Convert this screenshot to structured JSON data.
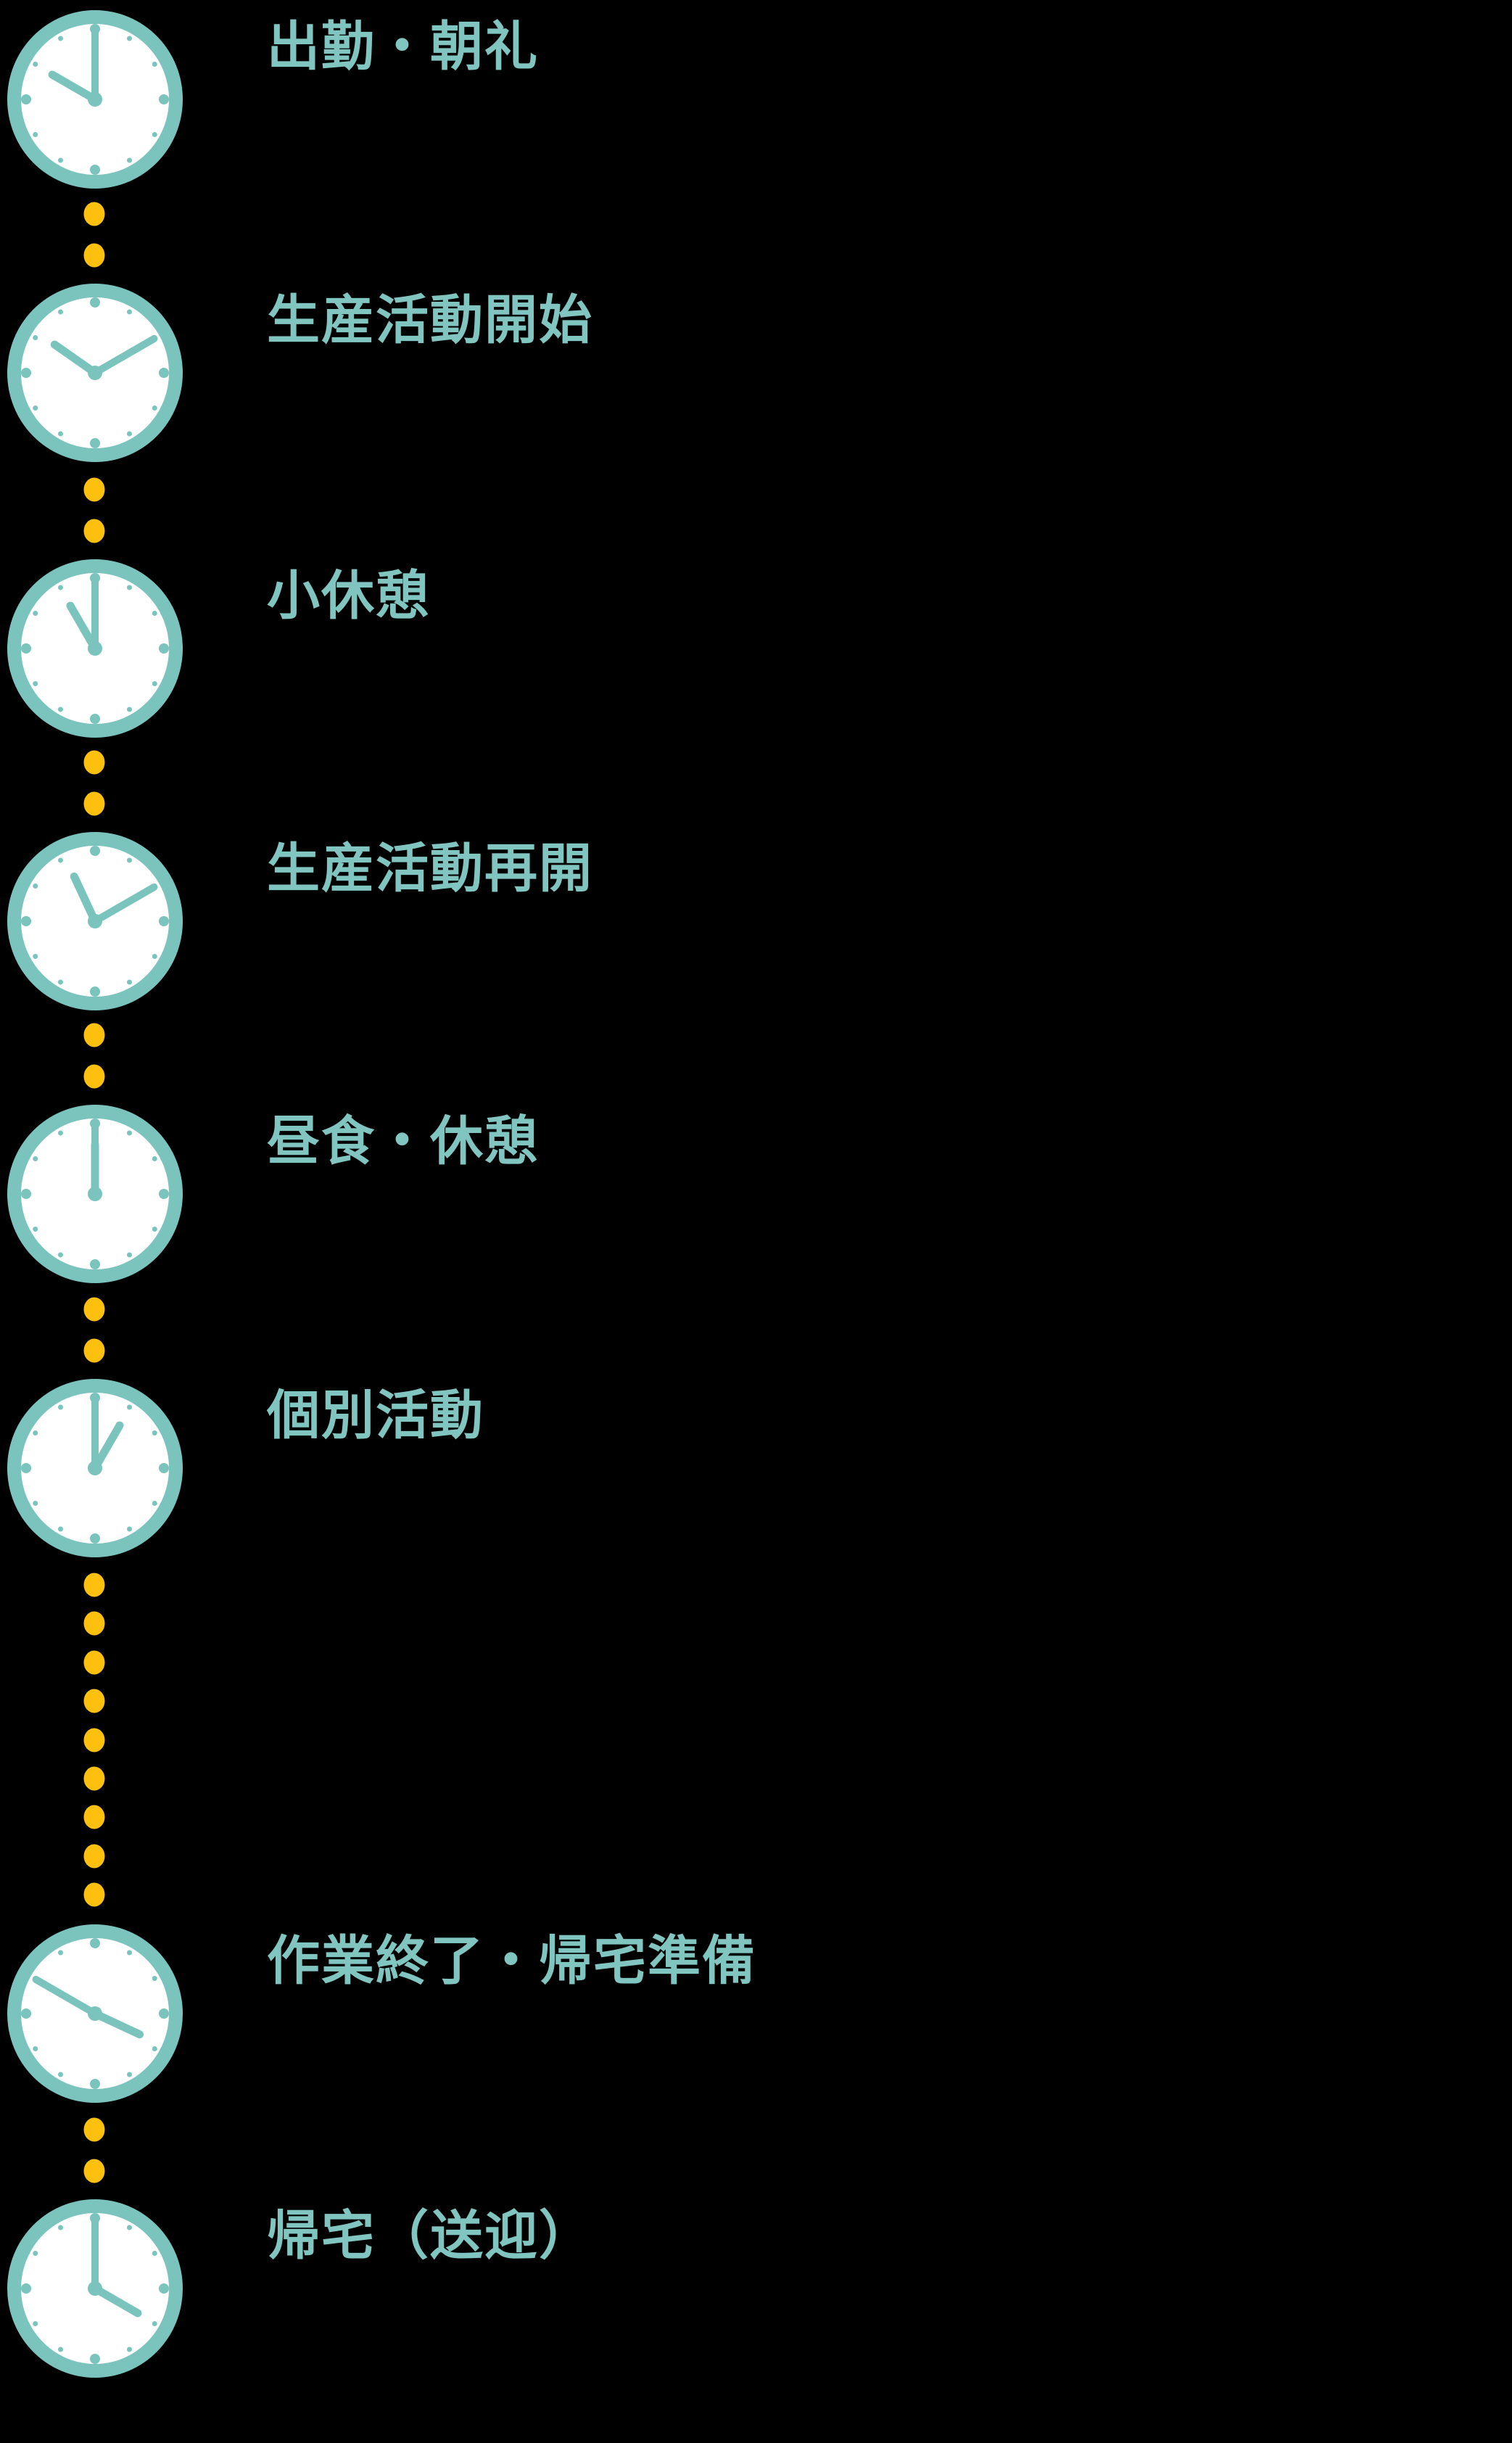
{
  "page": {
    "background": "#000000",
    "description_title": "daily-schedule-timeline"
  },
  "palette": {
    "teal": "#7BC4BE",
    "teal_text": "#80C5C0",
    "yellow": "#FDC00E",
    "clock_face": "#FFFFFF"
  },
  "timeline": {
    "rows": [
      {
        "label": "出勤・朝礼",
        "time": "10:00",
        "icon": "clock-icon",
        "dots_before": 0
      },
      {
        "label": "生産活動開始",
        "time": "10:10",
        "icon": "clock-icon",
        "dots_before": 2
      },
      {
        "label": "小休憩",
        "time": "11:00",
        "icon": "clock-icon",
        "dots_before": 2
      },
      {
        "label": "生産活動再開",
        "time": "11:10",
        "icon": "clock-icon",
        "dots_before": 2
      },
      {
        "label": "昼食・休憩",
        "time": "12:00",
        "icon": "clock-icon",
        "dots_before": 2
      },
      {
        "label": "個別活動",
        "time": "13:00",
        "icon": "clock-icon",
        "dots_before": 2
      },
      {
        "label": "作業終了・帰宅準備",
        "time": "15:50",
        "icon": "clock-icon",
        "dots_before": 9
      },
      {
        "label": "帰宅（送迎）",
        "time": "16:00",
        "icon": "clock-icon",
        "dots_before": 2
      }
    ]
  }
}
